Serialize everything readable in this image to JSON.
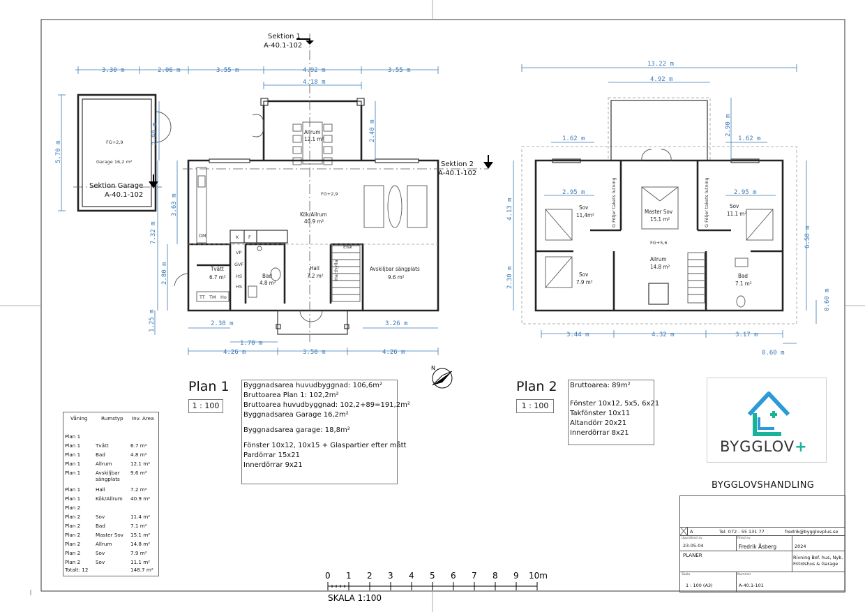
{
  "plan1": {
    "title": "Plan 1",
    "scale": "1 : 100",
    "section1": {
      "name": "Sektion 1",
      "ref": "A-40.1-102"
    },
    "section2": {
      "name": "Sektion 2",
      "ref": "A-40.1-102"
    },
    "section_garage": {
      "name": "Sektion Garage",
      "ref": "A-40.1-102"
    },
    "rooms": {
      "allrum": {
        "name": "Allrum",
        "area": "12.1 m²"
      },
      "kok": {
        "name": "Kök/Allrum",
        "area": "40.9 m²"
      },
      "fg": "FG+2,9",
      "garage_fg": "FG+2,9",
      "garage": "Garage 16,2 m²",
      "tvatt": {
        "name": "Tvätt",
        "area": "6.7 m²"
      },
      "bad": {
        "name": "Bad",
        "area": "4.8 m²"
      },
      "hall": {
        "name": "Hall",
        "area": "7.2 m²"
      },
      "avsk": {
        "name": "Avskiljbar sängplats",
        "area": "9.6 m²"
      },
      "k": "K",
      "f": "F",
      "vp": "VP",
      "gvf": "GVF",
      "hs1": "HS",
      "hs2": "HS",
      "dm": "DM",
      "tt": "TT",
      "tm": "TM",
      "ho": "Ho",
      "elsk": "Elsk",
      "hatthylla": "Hatthylla"
    },
    "dims": {
      "g_w": "3.30 m",
      "gap": "2.06 m",
      "w1": "3.55 m",
      "w2": "4.92 m",
      "w3": "3.55 m",
      "w4": "4.18 m",
      "v_garage": "5.70 m",
      "v_290": "2.90 m",
      "v_240": "2.40 m",
      "v_363": "3.63 m",
      "v_732": "7.32 m",
      "v_280": "2.80 m",
      "v_125": "1.25 m",
      "b_238": "2.38 m",
      "b_326": "3.26 m",
      "b_170": "1.70 m",
      "b_426a": "4.26 m",
      "b_350": "3.50 m",
      "b_426b": "4.26 m"
    },
    "info": [
      "Byggnadsarea huvudbyggnad: 106,6m²",
      "Bruttoarea Plan 1: 102,2m²",
      "Bruttoarea huvudbyggnad: 102,2+89=191,2m²",
      "Byggnadsarea Garage 16,2m²",
      "Byggnadsarea garage: 18,8m²",
      "Fönster 10x12, 10x15 + Glaspartier efter mått",
      "Pardörrar 15x21",
      "Innerdörrar 9x21"
    ]
  },
  "plan2": {
    "title": "Plan 2",
    "scale": "1 : 100",
    "rooms": {
      "sov1": {
        "name": "Sov",
        "area": "11,4m²"
      },
      "master": {
        "name": "Master Sov",
        "area": "15.1 m²"
      },
      "sov2": {
        "name": "Sov",
        "area": "11.1 m²"
      },
      "fg": "FG+5,6",
      "allrum": {
        "name": "Allrum",
        "area": "14.8 m²"
      },
      "sov3": {
        "name": "Sov",
        "area": "7.9 m²"
      },
      "bad": {
        "name": "Bad",
        "area": "7.1 m²"
      },
      "roof1": "G Följer takets lutning",
      "roof2": "G Följer takets lutning"
    },
    "dims": {
      "total": "13.22 m",
      "w492": "4.92 m",
      "l162": "1.62 m",
      "r162": "1.62 m",
      "v290": "2.90 m",
      "l295": "2.95 m",
      "r295": "2.95 m",
      "v413": "4.13 m",
      "v230": "2.30 m",
      "v658": "6.58 m",
      "v060": "0.60 m",
      "b344": "3.44 m",
      "b432": "4.32 m",
      "b317": "3.17 m",
      "b060": "0.60 m"
    },
    "info": [
      "Bruttoarea: 89m²",
      "Fönster 10x12, 5x5, 6x21",
      "Takfönster 10x11",
      "Altandörr 20x21",
      "Innerdörrar 8x21"
    ]
  },
  "area_table": {
    "headers": [
      "Våning",
      "Rumstyp",
      "Inv. Area"
    ],
    "rows": [
      [
        "Plan 1",
        "",
        ""
      ],
      [
        "Plan 1",
        "Tvätt",
        "6.7 m²"
      ],
      [
        "Plan 1",
        "Bad",
        "4.8 m²"
      ],
      [
        "Plan 1",
        "Allrum",
        "12.1 m²"
      ],
      [
        "Plan 1",
        "Avskiljbar sängplats",
        "9.6 m²"
      ],
      [
        "Plan 1",
        "Hall",
        "7.2 m²"
      ],
      [
        "Plan 1",
        "Kök/Allrum",
        "40.9 m²"
      ],
      [
        "Plan 2",
        "",
        ""
      ],
      [
        "Plan 2",
        "Sov",
        "11.4 m²"
      ],
      [
        "Plan 2",
        "Bad",
        "7.1 m²"
      ],
      [
        "Plan 2",
        "Master Sov",
        "15.1 m²"
      ],
      [
        "Plan 2",
        "Allrum",
        "14.8 m²"
      ],
      [
        "Plan 2",
        "Sov",
        "7.9 m²"
      ],
      [
        "Plan 2",
        "Sov",
        "11.1 m²"
      ],
      [
        "Totalt: 12",
        "",
        "148.7 m²"
      ]
    ]
  },
  "brand": {
    "name": "BYGGLOV",
    "plus": "+",
    "color_blue": "#2b9ad6",
    "color_green": "#19b39a"
  },
  "handling": "BYGGLOVSHANDLING",
  "title_block": {
    "rev": "A",
    "tel": "Tel. 072 - 55 131 77",
    "email": "fredrik@bygglovplus.se",
    "upprattad_label": "Upprättad av",
    "date": "23-05-04",
    "ritad_label": "Ritad av",
    "author": "Fredrik Åsberg",
    "year": "2024",
    "kind": "PLANER",
    "project": [
      "Rivning Bef. hus, Nyb.",
      "Fritidshus & Garage"
    ],
    "skala_label": "Skala",
    "nummer_label": "Nummer",
    "scale": "1 : 100 (A3)",
    "number": "A-40.1-101"
  },
  "scalebar": {
    "labels": [
      "0",
      "1",
      "2",
      "3",
      "4",
      "5",
      "6",
      "7",
      "8",
      "9",
      "10m"
    ],
    "caption": "SKALA 1:100"
  },
  "north": "N"
}
